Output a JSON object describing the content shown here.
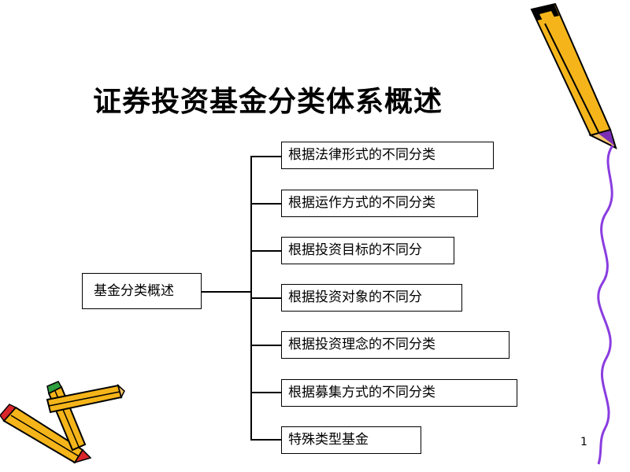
{
  "slide": {
    "title": "证券投资基金分类体系概述",
    "page_number": "1"
  },
  "diagram": {
    "root": "基金分类概述",
    "branches": [
      "根据法律形式的不同分类",
      "根据运作方式的不同分类",
      "根据投资目标的不同分",
      "根据投资对象的不同分",
      "根据投资理念的不同分类",
      "根据募集方式的不同分类",
      "特殊类型基金"
    ]
  },
  "decor": {
    "pencil_body_color": "#F5B51A",
    "pencil_tip_color": "#7B2FB5",
    "curve_color": "#8A3CE0",
    "icons": [
      "pencil-icon",
      "pencils-icon"
    ]
  }
}
